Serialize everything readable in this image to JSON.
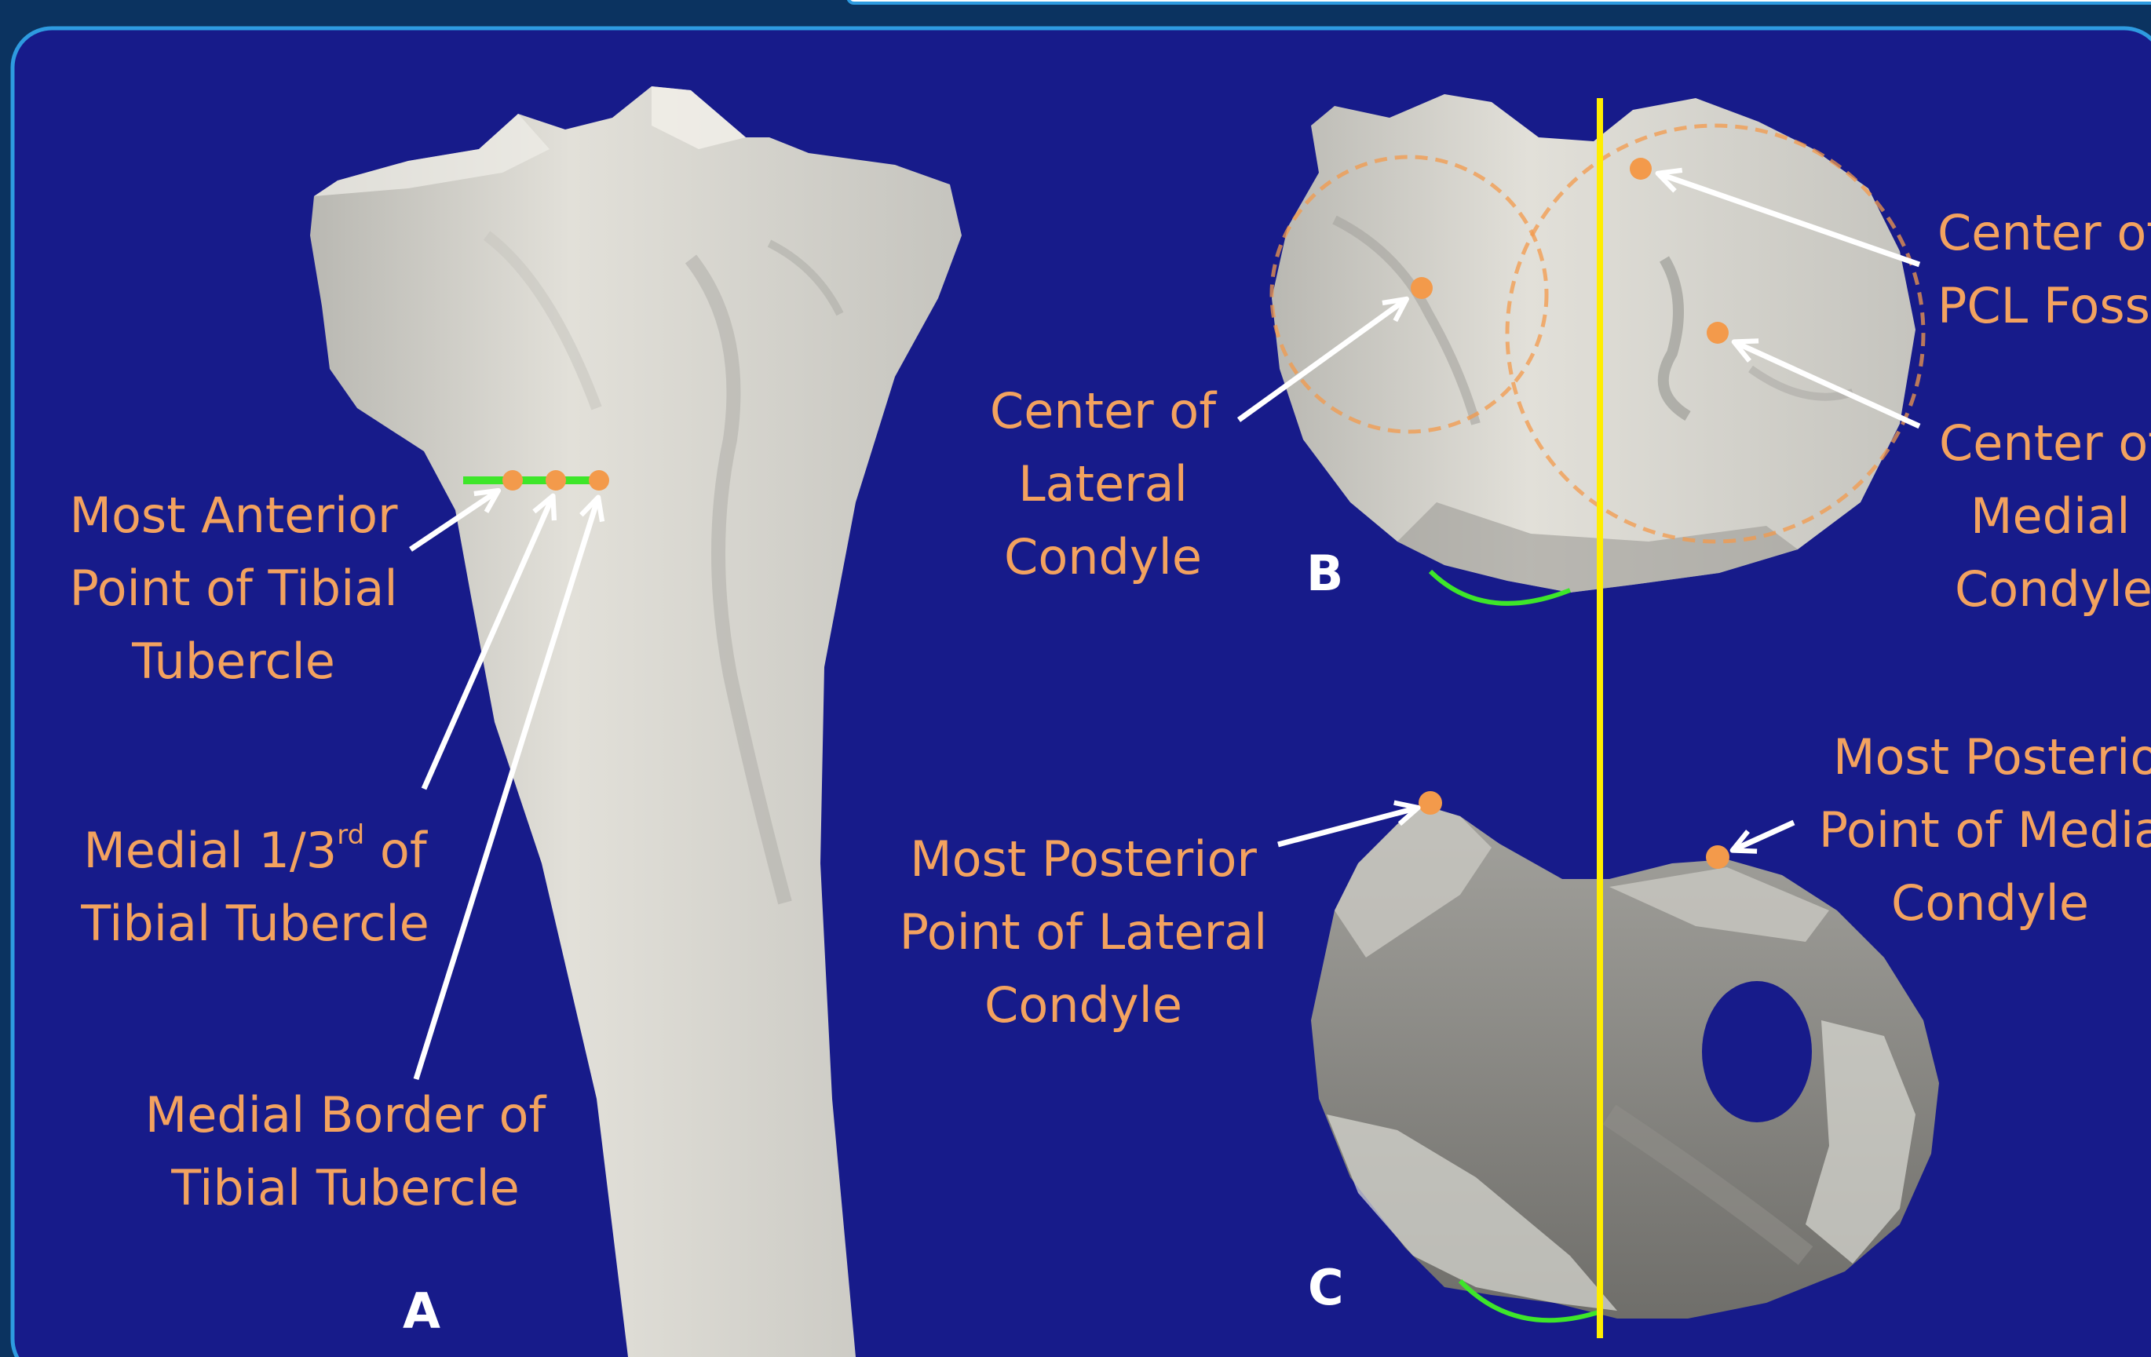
{
  "colors": {
    "page_background": "#0b3360",
    "panel_background": "#171b8a",
    "frame_border": "#2e9be0",
    "bone": "#d9d7d0",
    "bone_shadow": "#8f8e89",
    "label_text": "#f3a25f",
    "landmark_point": "#f39a4b",
    "tubercle_line": "#3ee62a",
    "notch_curve": "#3ee62a",
    "reference_line": "#ffee00",
    "arrow": "#ffffff",
    "panel_letter": "#ffffff"
  },
  "panels": {
    "a": {
      "letter": "A"
    },
    "b": {
      "letter": "B"
    },
    "c": {
      "letter": "C"
    }
  },
  "labels": {
    "most_anterior": [
      "Most Anterior",
      "Point of Tibial",
      "Tubercle"
    ],
    "medial_third": {
      "prefix": "Medial 1/3",
      "superscript": "rd",
      "suffix": " of",
      "line2": "Tibial Tubercle"
    },
    "medial_border": [
      "Medial Border of",
      "Tibial Tubercle"
    ],
    "center_lateral": [
      "Center of",
      "Lateral",
      "Condyle"
    ],
    "center_pcl": [
      "Center of",
      "PCL Fossa"
    ],
    "center_medial": [
      "Center of",
      "Medial",
      "Condyle"
    ],
    "posterior_lateral": [
      "Most Posterior",
      "Point of Lateral",
      "Condyle"
    ],
    "posterior_medial": [
      "Most Posterior",
      "Point of Medial",
      "Condyle"
    ]
  },
  "icons": {
    "arrow": "arrow-icon",
    "landmark": "landmark-dot-icon"
  }
}
